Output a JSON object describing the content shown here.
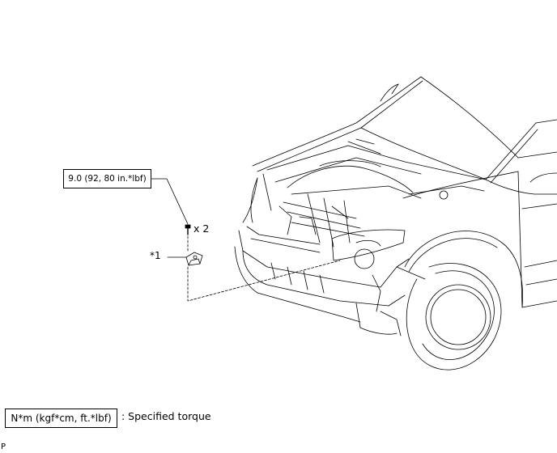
{
  "diagram": {
    "torque_spec": "9.0 (92, 80 in.*lbf)",
    "quantity": "x 2",
    "callout": "*1",
    "legend": {
      "symbol": "N*m (kgf*cm, ft.*lbf)",
      "description": ": Specified torque"
    },
    "corner_mark": "P"
  },
  "colors": {
    "line": "#000000",
    "background": "#ffffff"
  },
  "icons": [
    "bolt-icon",
    "bracket-part-icon",
    "vehicle-front-illustration"
  ]
}
